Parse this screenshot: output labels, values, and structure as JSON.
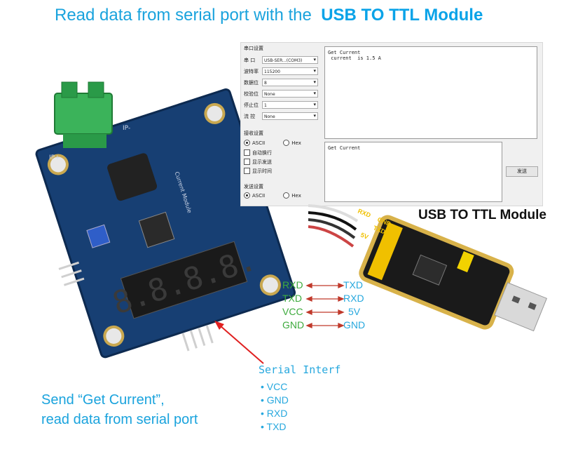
{
  "title": {
    "prefix": "Read data from serial port with the",
    "highlight": "USB TO TTL Module"
  },
  "serial_tool": {
    "group_port": "串口设置",
    "port_fields": [
      {
        "label": "串 口",
        "value": "USB-SER...(COM3)"
      },
      {
        "label": "波特率",
        "value": "115200"
      },
      {
        "label": "数据位",
        "value": "8"
      },
      {
        "label": "校验位",
        "value": "None"
      },
      {
        "label": "停止位",
        "value": "1"
      },
      {
        "label": "流 控",
        "value": "None"
      }
    ],
    "group_receive": "接收设置",
    "receive_ascii": "ASCII",
    "receive_hex": "Hex",
    "receive_options": [
      "自动换行",
      "显示发送",
      "显示时间"
    ],
    "group_send": "发送设置",
    "send_ascii": "ASCII",
    "send_hex": "Hex",
    "receive_text": "Get Current\n current  is 1.5 A",
    "send_text": "Get Current",
    "send_button": "发送"
  },
  "module_label": "USB TO TTL Module",
  "pin_map": [
    {
      "left": "RXD",
      "right": "TXD"
    },
    {
      "left": "TXD",
      "right": "RXD"
    },
    {
      "left": "VCC",
      "right": "5V"
    },
    {
      "left": "GND",
      "right": "GND"
    }
  ],
  "serial_interface": {
    "title": "Serial Interf",
    "items": [
      "VCC",
      "GND",
      "RXD",
      "TXD"
    ]
  },
  "send_note": {
    "line1": "Send “Get Current”,",
    "line2": "read data from serial port"
  },
  "board": {
    "display_digits": "8.8.8.8.",
    "silk_label": "Current Module",
    "terminal_labels": [
      "IP+",
      "IP-"
    ]
  },
  "usb_module_pins": [
    "RXD",
    "GND",
    "TXD",
    "5V"
  ],
  "colors": {
    "accent": "#1aa3dd",
    "pin_left": "#3daa3d",
    "arrow": "#e02020",
    "pcb": "#123a6b"
  }
}
